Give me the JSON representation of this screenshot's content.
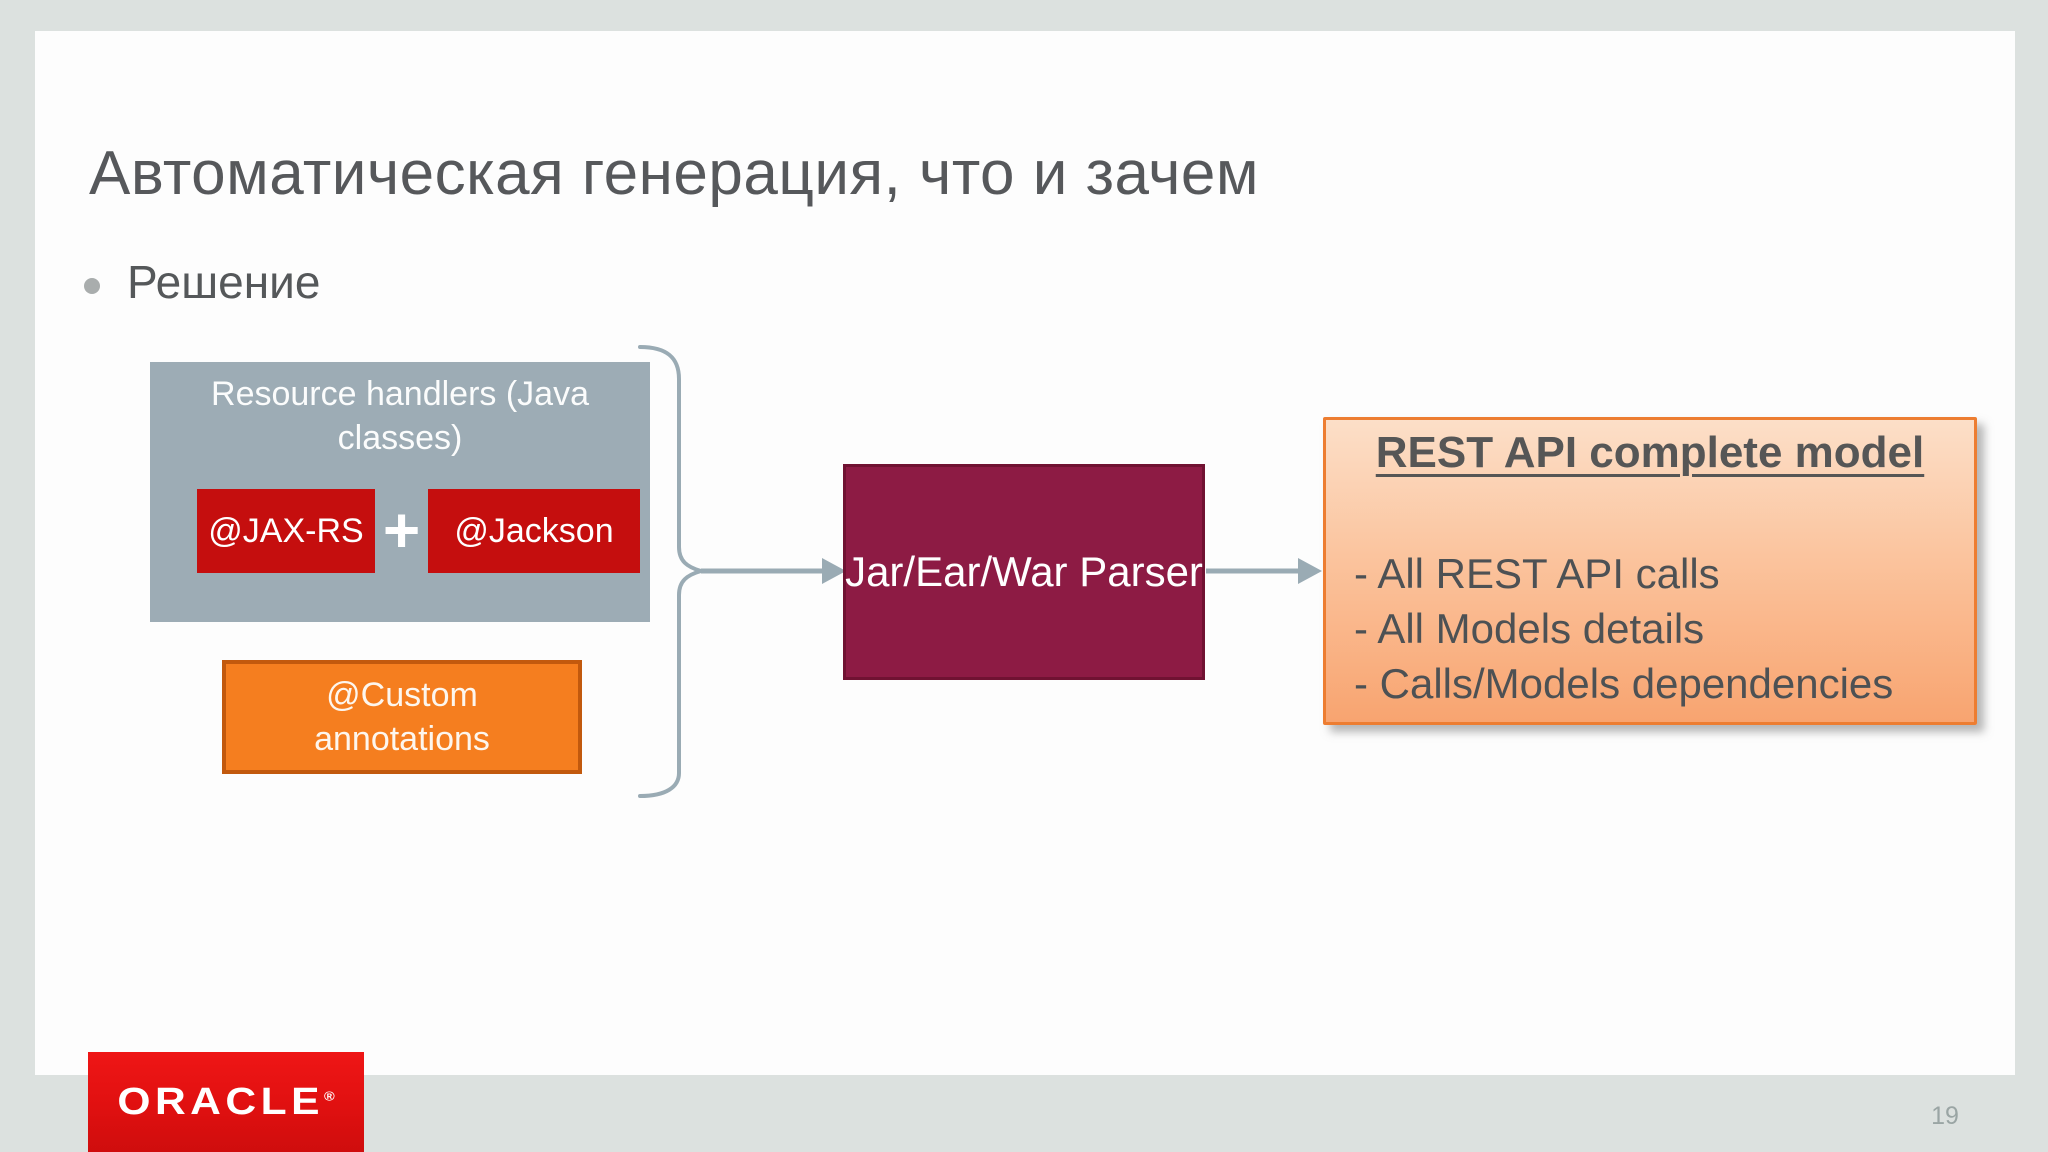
{
  "slide": {
    "title": "Автоматическая генерация, что и зачем",
    "bullet_text": "Решение",
    "page_number": "19"
  },
  "diagram": {
    "resource_box": {
      "label": "Resource handlers (Java\nclasses)",
      "jax_rs_label": "@JAX-RS",
      "plus": "+",
      "jackson_label": "@Jackson"
    },
    "custom_box": {
      "label": "@Custom\nannotations"
    },
    "parser_box": {
      "label": "Jar/Ear/War Parser"
    },
    "rest_box": {
      "title": "REST API complete model",
      "items": [
        "- All REST API calls",
        "- All Models details",
        "- Calls/Models dependencies"
      ]
    },
    "connectors": [
      "curly-brace",
      "arrow-to-parser",
      "arrow-to-rest-model"
    ]
  },
  "footer": {
    "logo_text": "ORACLE",
    "logo_registered_mark": "®"
  },
  "colors": {
    "page_background": "#dce1df",
    "slide_background": "#fdfdfd",
    "title_text": "#56585b",
    "resource_box_fill": "#9dacb5",
    "annotation_red": "#c50e0e",
    "custom_orange_fill": "#f57e1f",
    "custom_orange_border": "#c2590d",
    "parser_fill": "#8d1b44",
    "parser_border": "#701232",
    "rest_border": "#ed7d31",
    "rest_gradient_top": "#fcdfc8",
    "rest_gradient_bottom": "#f8a470",
    "rest_text": "#4d5154",
    "connector_gray": "#9aabb4",
    "oracle_red": "#e01010",
    "page_number_text": "#9aa5a4"
  }
}
